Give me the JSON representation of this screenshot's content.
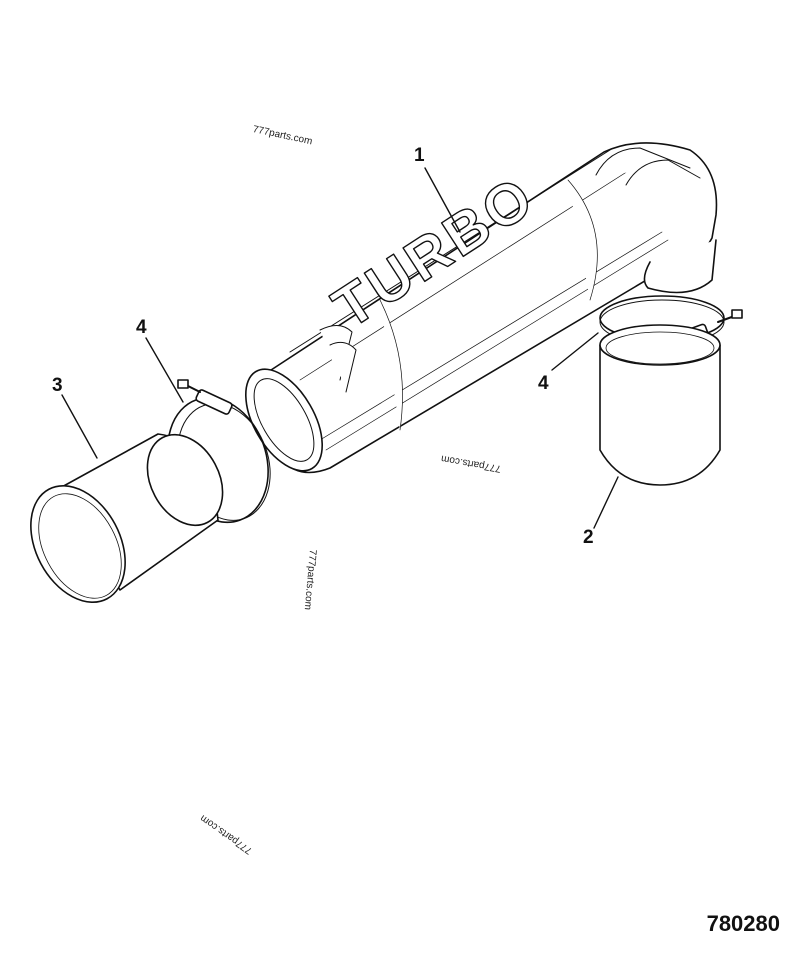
{
  "diagram": {
    "type": "exploded-parts-illustration",
    "subject": "Turbo air intake hose assembly",
    "embossed_text": "TURBO",
    "reference_number": "780280",
    "callouts": [
      {
        "id": "1",
        "label": "1",
        "part": "turbo intake elbow hose"
      },
      {
        "id": "2",
        "label": "2",
        "part": "short straight hose (vertical)"
      },
      {
        "id": "3",
        "label": "3",
        "part": "straight hose (left)"
      },
      {
        "id": "4a",
        "label": "4",
        "part": "hose clamp (left)"
      },
      {
        "id": "4b",
        "label": "4",
        "part": "hose clamp (right)"
      }
    ],
    "watermarks": [
      "777parts.com",
      "777parts.com",
      "777parts.com",
      "777parts.com"
    ]
  }
}
